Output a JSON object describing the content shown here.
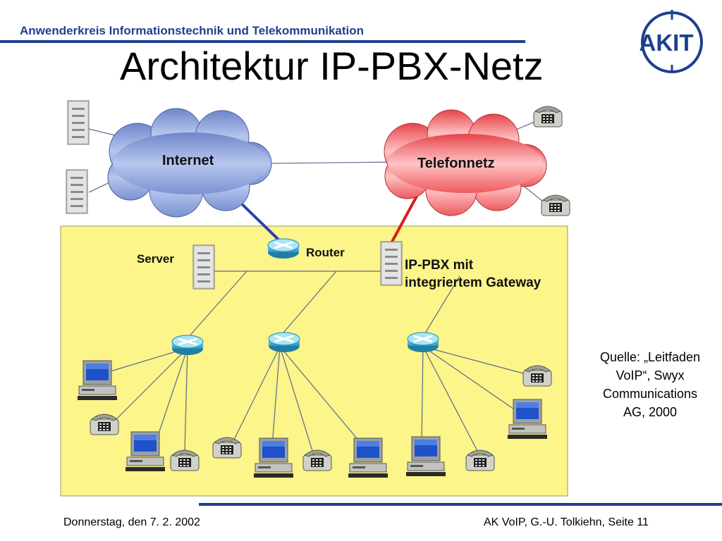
{
  "header": {
    "organization": "Anwenderkreis  Informationstechnik und Telekommunikation",
    "logo_text": "AKIT",
    "title": "Architektur IP-PBX-Netz"
  },
  "diagram": {
    "clouds": {
      "internet": "Internet",
      "telephone_network": "Telefonnetz"
    },
    "labels": {
      "server": "Server",
      "router": "Router",
      "ip_pbx_line1": "IP-PBX mit",
      "ip_pbx_line2": "integriertem Gateway"
    }
  },
  "source_note": [
    "Quelle: „Leitfaden",
    "VoIP“, Swyx",
    "Communications",
    "AG, 2000"
  ],
  "footer": {
    "date": "Donnerstag, den 7. 2. 2002",
    "credit": "AK VoIP, G.-U. Tolkiehn, Seite 11"
  },
  "colors": {
    "accent": "#1f3f8f",
    "lan_area": "#fbf58a",
    "internet_cloud": "#8ea4dd",
    "telephone_cloud": "#f26a6e",
    "internet_uplink": "#2b3fb0",
    "telephone_uplink": "#d81e1e"
  }
}
